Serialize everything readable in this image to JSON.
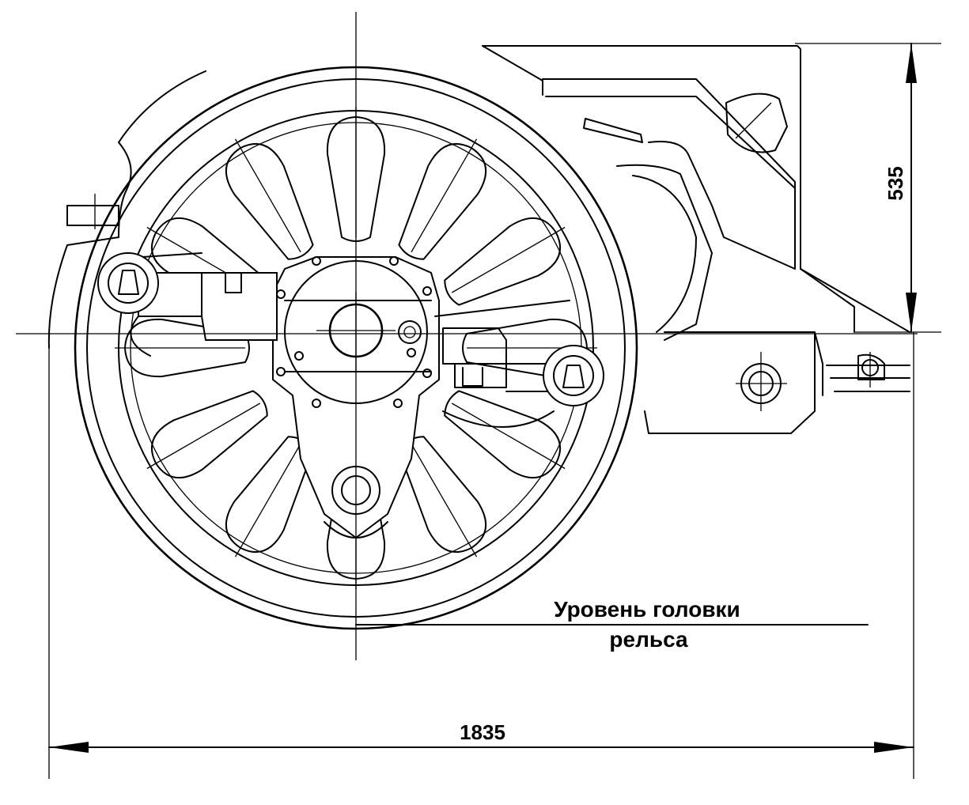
{
  "dimensions": {
    "width_label": "1835",
    "height_label": "535"
  },
  "annotation": {
    "rail_level_line1": "Уровень головки",
    "rail_level_line2": "рельса"
  },
  "colors": {
    "ink": "#000000",
    "paper": "#ffffff"
  }
}
